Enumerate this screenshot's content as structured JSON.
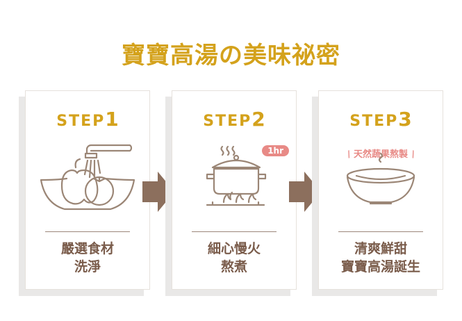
{
  "title": "寶寶高湯の美味祕密",
  "colors": {
    "gold": "#d4a21c",
    "brown": "#8c6f5d",
    "icon": "#9b8676",
    "badge": "#e88a86",
    "text": "#7a5c4b"
  },
  "steps": [
    {
      "word": "STEP",
      "num": "1",
      "lines": [
        "嚴選食材",
        "洗淨"
      ],
      "icon": "vegetables-washing-icon"
    },
    {
      "word": "STEP",
      "num": "2",
      "lines": [
        "細心慢火",
        "熬煮"
      ],
      "icon": "cooking-pot-icon",
      "badge": "1hr"
    },
    {
      "word": "STEP",
      "num": "3",
      "lines": [
        "清爽鮮甜",
        "寶寶高湯誕生"
      ],
      "icon": "soup-bowl-icon",
      "tag": "天然蔬果熬製"
    }
  ]
}
